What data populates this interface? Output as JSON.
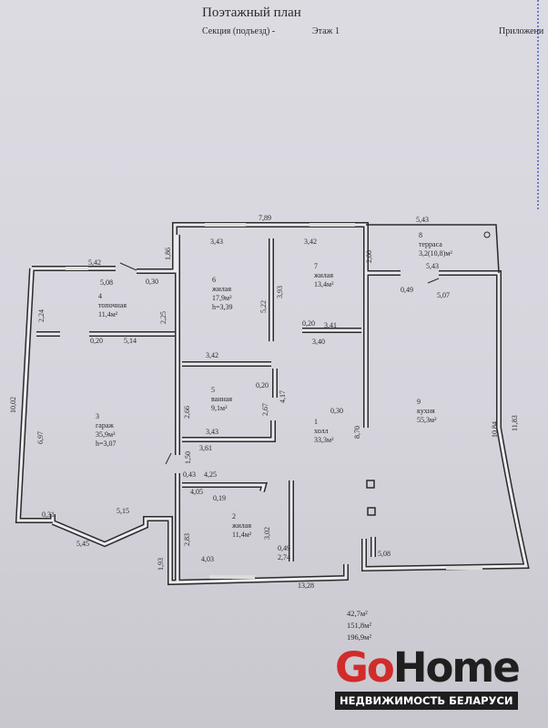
{
  "header": {
    "title": "Поэтажный план",
    "section": "Секция (подъезд) -",
    "floor": "Этаж 1",
    "appendix": "Приложени"
  },
  "rooms": [
    {
      "number": "1",
      "type": "холл",
      "area": "33,3м²"
    },
    {
      "number": "2",
      "type": "жилая",
      "area": "11,4м²"
    },
    {
      "number": "3",
      "type": "гараж",
      "area": "35,9м²",
      "height": "h=3,07"
    },
    {
      "number": "4",
      "type": "топочная",
      "area": "11,4м²"
    },
    {
      "number": "5",
      "type": "ванная",
      "area": "9,1м²"
    },
    {
      "number": "6",
      "type": "жилая",
      "area": "17,9м²",
      "height": "h=3,39"
    },
    {
      "number": "7",
      "type": "жилая",
      "area": "13,4м²"
    },
    {
      "number": "8",
      "type": "терраса",
      "area": "3,2(10,8)м²"
    },
    {
      "number": "9",
      "type": "кухня",
      "area": "55,3м²"
    }
  ],
  "dimensions": [
    "7,89",
    "5,43",
    "3,43",
    "3,42",
    "1,86",
    "2,00",
    "5,42",
    "5,08",
    "0,30",
    "5,43",
    "0,49",
    "5,07",
    "2,24",
    "2,25",
    "5,22",
    "3,93",
    "0,20",
    "5,14",
    "0,20",
    "3,41",
    "3,40",
    "3,42",
    "0,20",
    "2,67",
    "4,17",
    "2,66",
    "10,02",
    "6,97",
    "8,70",
    "0,30",
    "10,84",
    "11,83",
    "3,43",
    "3,61",
    "1,50",
    "0,43",
    "4,25",
    "4,05",
    "0,19",
    "0,31",
    "5,15",
    "5,45",
    "2,83",
    "3,02",
    "1,93",
    "4,03",
    "0,49",
    "2,74",
    "5,08",
    "13,28"
  ],
  "totals": [
    "42,7м²",
    "151,8м²",
    "196,9м²"
  ],
  "logo": {
    "go": "Go",
    "home": "Home",
    "tagline": "НЕДВИЖИМОСТЬ БЕЛАРУСИ"
  },
  "colors": {
    "logo_red": "#d22b2b",
    "logo_dark": "#1f1f1f",
    "wall": "#2a2a2a"
  }
}
